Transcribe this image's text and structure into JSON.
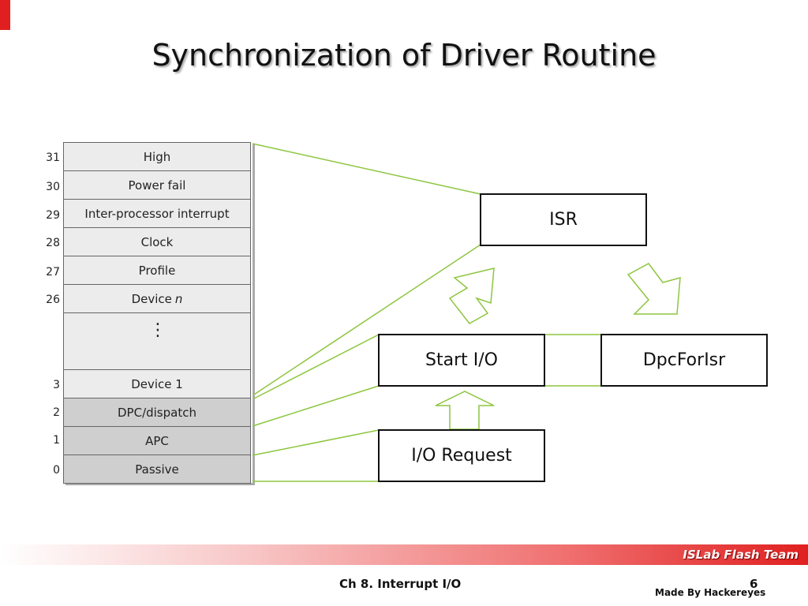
{
  "slide": {
    "title": "Synchronization of Driver Routine"
  },
  "irql": {
    "levels": [
      {
        "number": "31",
        "label": "High"
      },
      {
        "number": "30",
        "label": "Power fail"
      },
      {
        "number": "29",
        "label": "Inter-processor interrupt"
      },
      {
        "number": "28",
        "label": "Clock"
      },
      {
        "number": "27",
        "label": "Profile"
      },
      {
        "number": "26",
        "label": "Device",
        "label_suffix": "n"
      },
      {
        "number": "3",
        "label": "Device 1"
      },
      {
        "number": "2",
        "label": "DPC/dispatch"
      },
      {
        "number": "1",
        "label": "APC"
      },
      {
        "number": "0",
        "label": "Passive"
      }
    ],
    "ellipsis": "⋮"
  },
  "routines": {
    "isr": "ISR",
    "start_io": "Start I/O",
    "dpc_for_isr": "DpcForIsr",
    "io_request": "I/O Request"
  },
  "colors": {
    "connector": "#8dc63f",
    "arrow": "#8dc63f",
    "accent": "#e02020"
  },
  "footer": {
    "team": "ISLab Flash Team",
    "chapter": "Ch 8. Interrupt I/O",
    "page": "6",
    "author": "Made By Hackereyes"
  }
}
